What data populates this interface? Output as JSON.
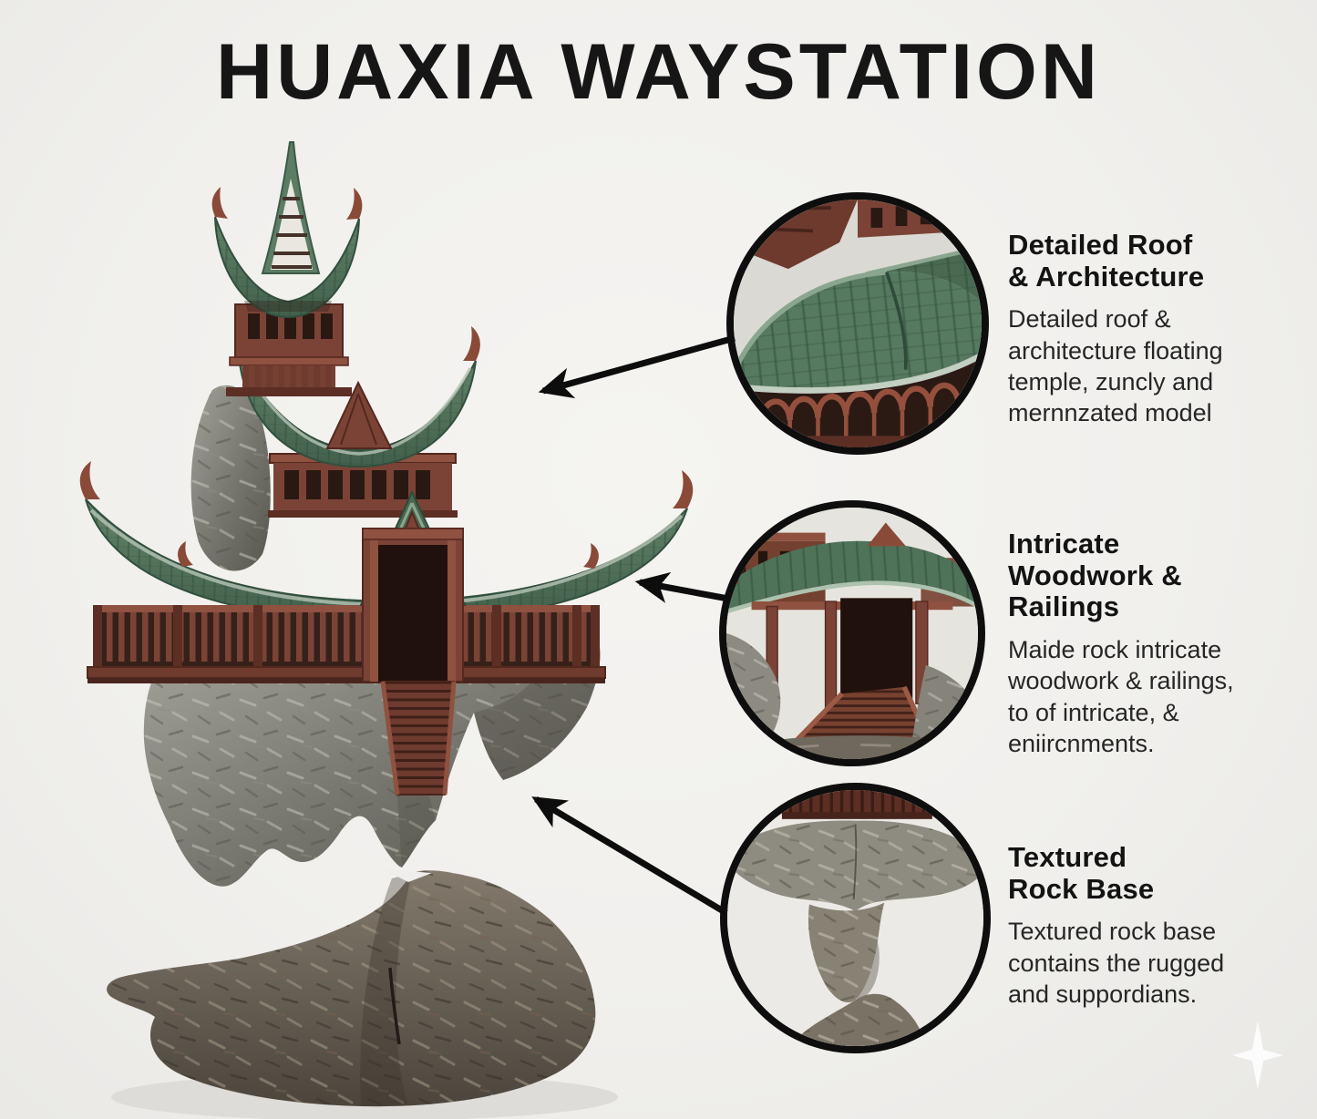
{
  "title": "HUAXIA WAYSTATION",
  "callouts": [
    {
      "id": "roof",
      "heading": "Detailed Roof\n& Architecture",
      "body": "Detailed roof &\narchitecture floating\ntemple, zuncly and\nmernnzated model"
    },
    {
      "id": "woodwork",
      "heading": "Intricate\nWoodwork &\nRailings",
      "body": "Maide rock intricate\nwoodwork & railings,\nto of intricate, &\neniircnments."
    },
    {
      "id": "rock-base",
      "heading": "Textured\nRock Base",
      "body": "Textured rock base\ncontains the rugged\nand suppordians."
    }
  ],
  "colors": {
    "background": "#f1f0ed",
    "title_text": "#161616",
    "body_text": "#262626",
    "arrow_black": "#0d0d0d",
    "roof_green": "#4f7156",
    "wood_brown": "#7b4336",
    "rock_gray": "#8b8a82",
    "base_rock_brown": "#5f574c"
  }
}
